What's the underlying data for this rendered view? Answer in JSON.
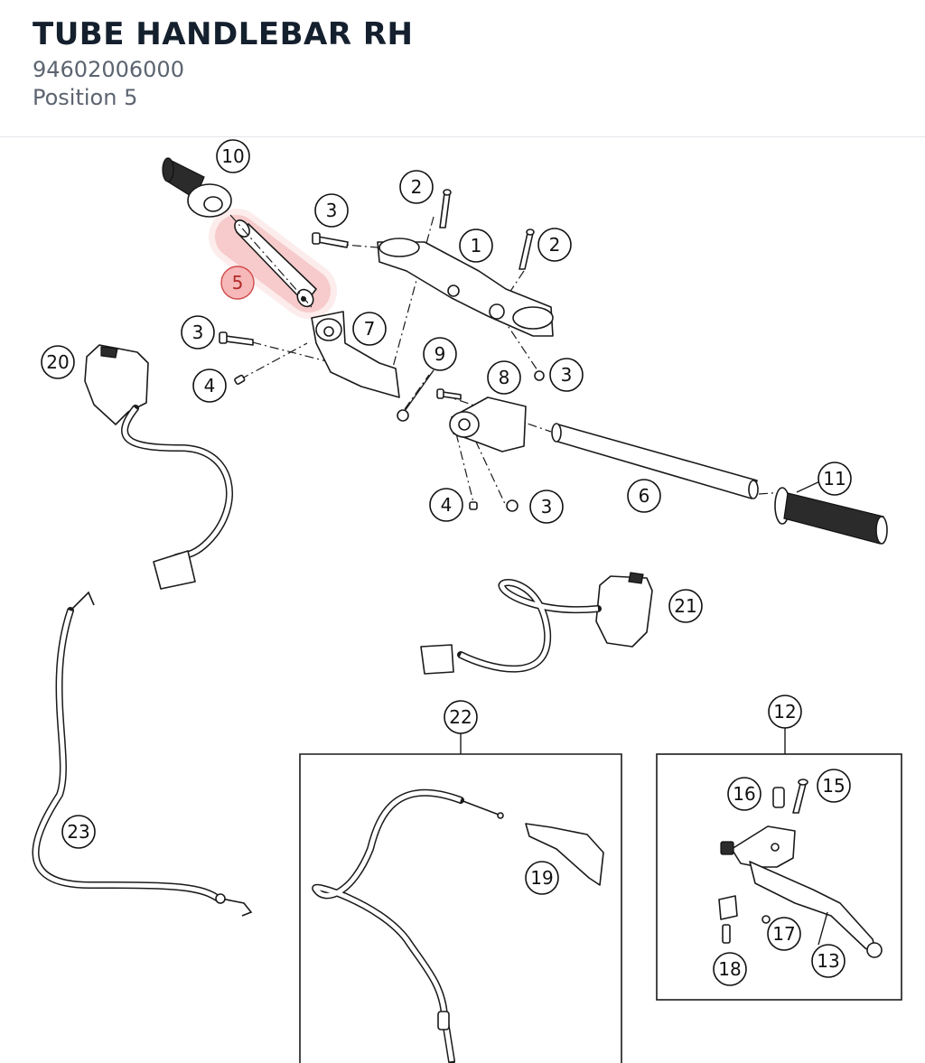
{
  "header": {
    "title": "TUBE HANDLEBAR RH",
    "part_number": "94602006000",
    "position_text": "Position 5"
  },
  "highlight_color": "#d24a4a",
  "callouts": {
    "c1": "1",
    "c2a": "2",
    "c2b": "2",
    "c3a": "3",
    "c3b": "3",
    "c3c": "3",
    "c3d": "3",
    "c4a": "4",
    "c4b": "4",
    "c5": "5",
    "c6": "6",
    "c7": "7",
    "c8": "8",
    "c9": "9",
    "c10": "10",
    "c11": "11",
    "c12": "12",
    "c13": "13",
    "c15": "15",
    "c16": "16",
    "c17": "17",
    "c18": "18",
    "c19": "19",
    "c20": "20",
    "c21": "21",
    "c22": "22",
    "c23": "23"
  }
}
